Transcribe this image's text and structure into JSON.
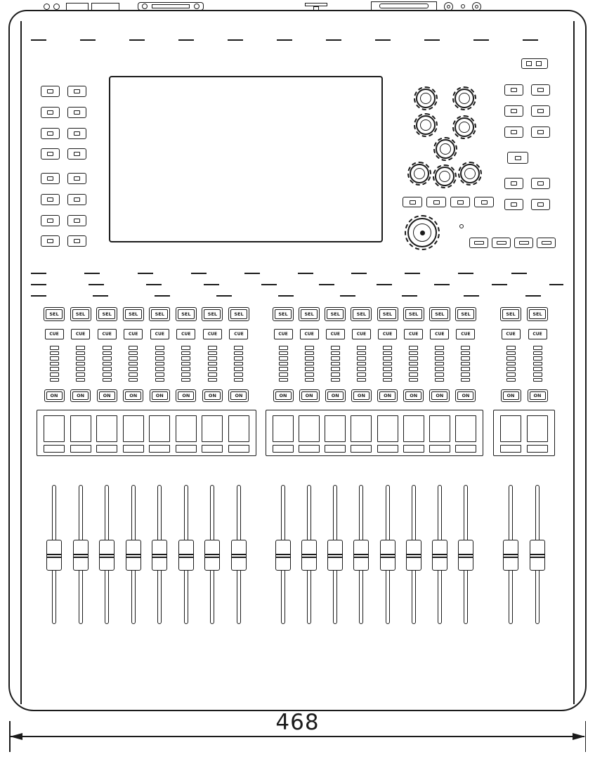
{
  "drawing": {
    "dimension_label": "468"
  },
  "labels": {
    "sel": "SEL",
    "cue": "CUE",
    "on": "ON"
  },
  "console": {
    "channel_groups": [
      8,
      8,
      2
    ],
    "faders_total": 18,
    "meter_segments_per_channel": 7,
    "left_button_grid_rows": 8,
    "left_button_grid_cols": 2,
    "knob_cluster_count": 8
  },
  "colors": {
    "ink": "#1b1b1b",
    "background": "#ffffff"
  }
}
